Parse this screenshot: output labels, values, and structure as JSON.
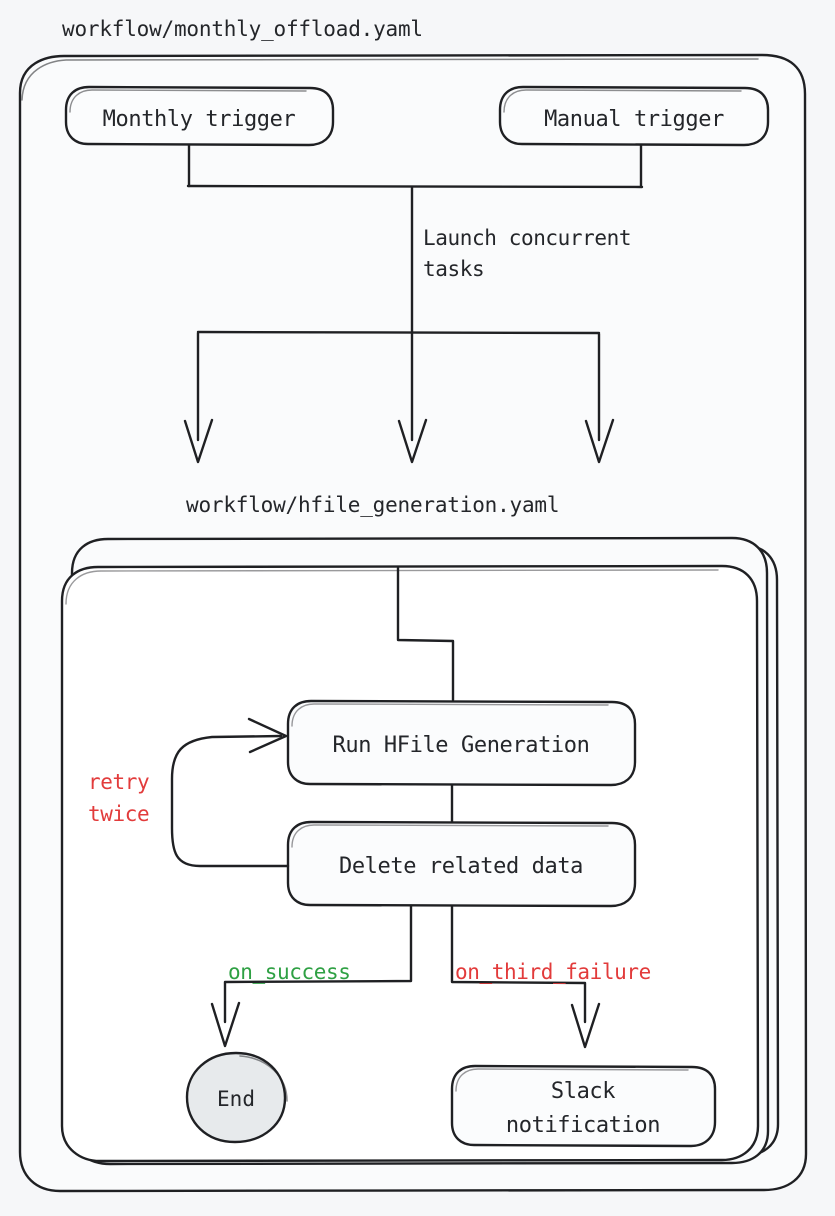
{
  "diagram": {
    "type": "workflow-flowchart",
    "background_color": "#f6f7f9",
    "stroke_color": "#1f2023",
    "outer_workflow": {
      "title": "workflow/monthly_offload.yaml",
      "nodes": [
        {
          "id": "monthly-trigger",
          "label": "Monthly trigger"
        },
        {
          "id": "manual-trigger",
          "label": "Manual trigger"
        }
      ],
      "edge_label": "Launch concurrent\ntasks",
      "edge_label_line1": "Launch concurrent",
      "edge_label_line2": "tasks",
      "fanout_count": 3
    },
    "inner_workflow": {
      "title": "workflow/hfile_generation.yaml",
      "stacked_copies": 3,
      "nodes": [
        {
          "id": "run-hfile-generation",
          "label": "Run HFile Generation"
        },
        {
          "id": "delete-related-data",
          "label": "Delete related data"
        },
        {
          "id": "end",
          "label": "End",
          "shape": "circle",
          "fill": "#e7eaec"
        },
        {
          "id": "slack-notification",
          "label_line1": "Slack",
          "label_line2": "notification"
        }
      ],
      "edge_labels": [
        {
          "id": "retry-twice",
          "line1": "retry",
          "line2": "twice",
          "color": "#e23b3b"
        },
        {
          "id": "on-success",
          "text": "on_success",
          "color": "#2ea043"
        },
        {
          "id": "on-third-failure",
          "text": "on_third_failure",
          "color": "#e23b3b"
        }
      ]
    }
  }
}
